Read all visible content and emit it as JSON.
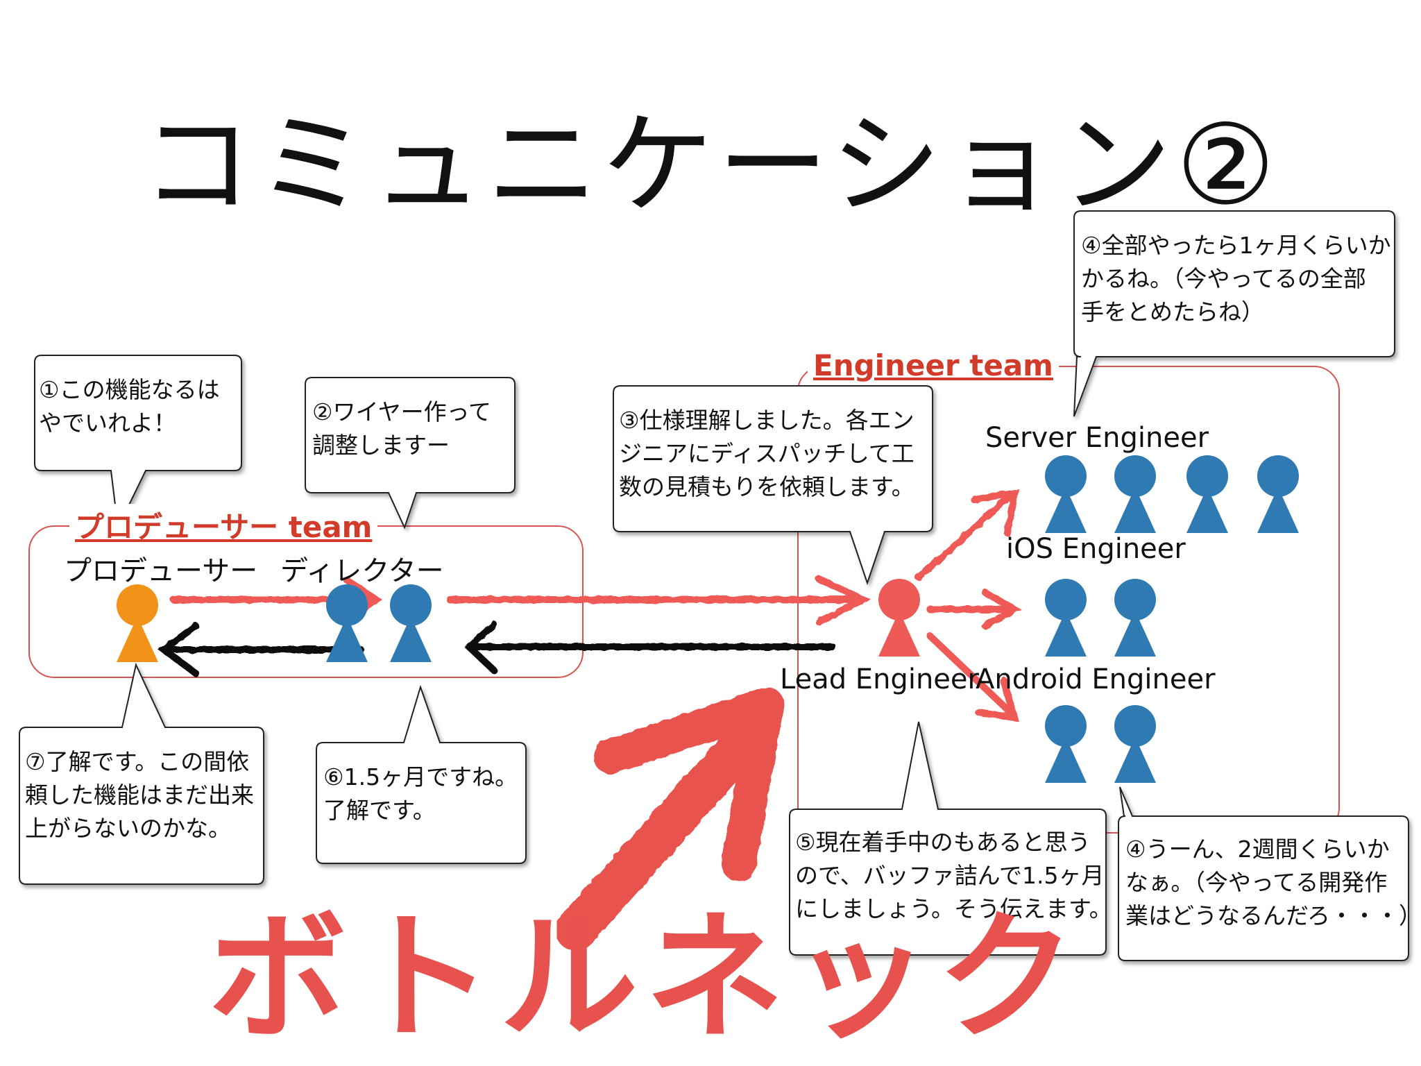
{
  "title": "コミュニケーション②",
  "teams": {
    "producer_team": "プロデューサー team",
    "engineer_team": "Engineer team"
  },
  "roles": {
    "producer": "プロデューサー",
    "director": "ディレクター",
    "lead_engineer": "Lead Engineer",
    "server_engineer": "Server Engineer",
    "ios_engineer": "iOS Engineer",
    "android_engineer": "Android Engineer"
  },
  "bubbles": {
    "b1": "①この機能なるは\nやでいれよ！",
    "b2": "②ワイヤー作って\n調整しますー",
    "b3": "③仕様理解しました。各エン\nジニアにディスパッチして工\n数の見積もりを依頼します。",
    "b4a": "④全部やったら1ヶ月くらいか\nかるね。（今やってるの全部\n手をとめたらね）",
    "b4b": "④うーん、2週間くらいか\nなぁ。（今やってる開発作\n業はどうなるんだろ・・・）",
    "b5": "⑤現在着手中のもあると思う\nので、バッファ詰んで1.5ヶ月\nにしましょう。そう伝えます。",
    "b6": "⑥1.5ヶ月ですね。\n了解です。",
    "b7": "⑦了解です。この間依\n頼した機能はまだ出来\n上がらないのかな。"
  },
  "bottleneck": "ボトルネック",
  "colors": {
    "producer": "#f39219",
    "engineer_blue": "#2f7ab3",
    "lead_red": "#ee5a55",
    "arrow_red": "#ef5a56",
    "arrow_black": "#111111",
    "team_red": "#d23a2a",
    "bottleneck": "#e8524e"
  }
}
